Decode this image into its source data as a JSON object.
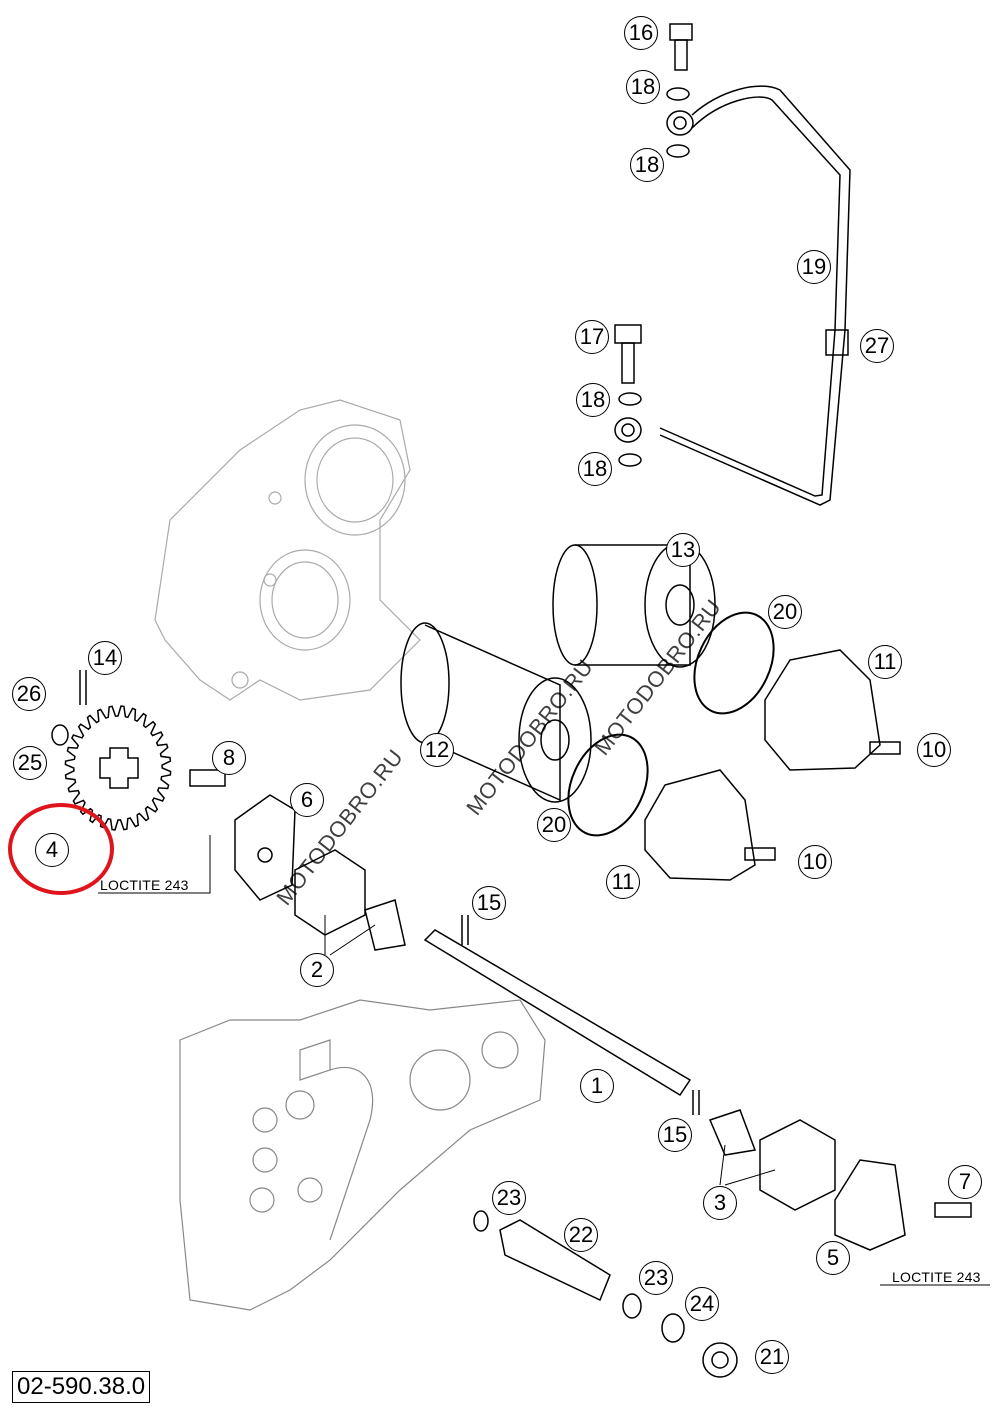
{
  "diagram": {
    "drawing_number": "02-590.38.0",
    "watermark": "MOTODOBRO.RU",
    "annotations": {
      "loctite_left": "LOCTITE 243",
      "loctite_right": "LOCTITE 243"
    },
    "highlight_color": "#e0141b",
    "highlighted_part": "4",
    "callouts": [
      "16",
      "18",
      "18",
      "19",
      "27",
      "17",
      "18",
      "18",
      "13",
      "20",
      "11",
      "10",
      "12",
      "20",
      "11",
      "10",
      "14",
      "26",
      "25",
      "4",
      "8",
      "6",
      "15",
      "2",
      "1",
      "15",
      "3",
      "7",
      "5",
      "23",
      "22",
      "23",
      "24",
      "21"
    ]
  }
}
